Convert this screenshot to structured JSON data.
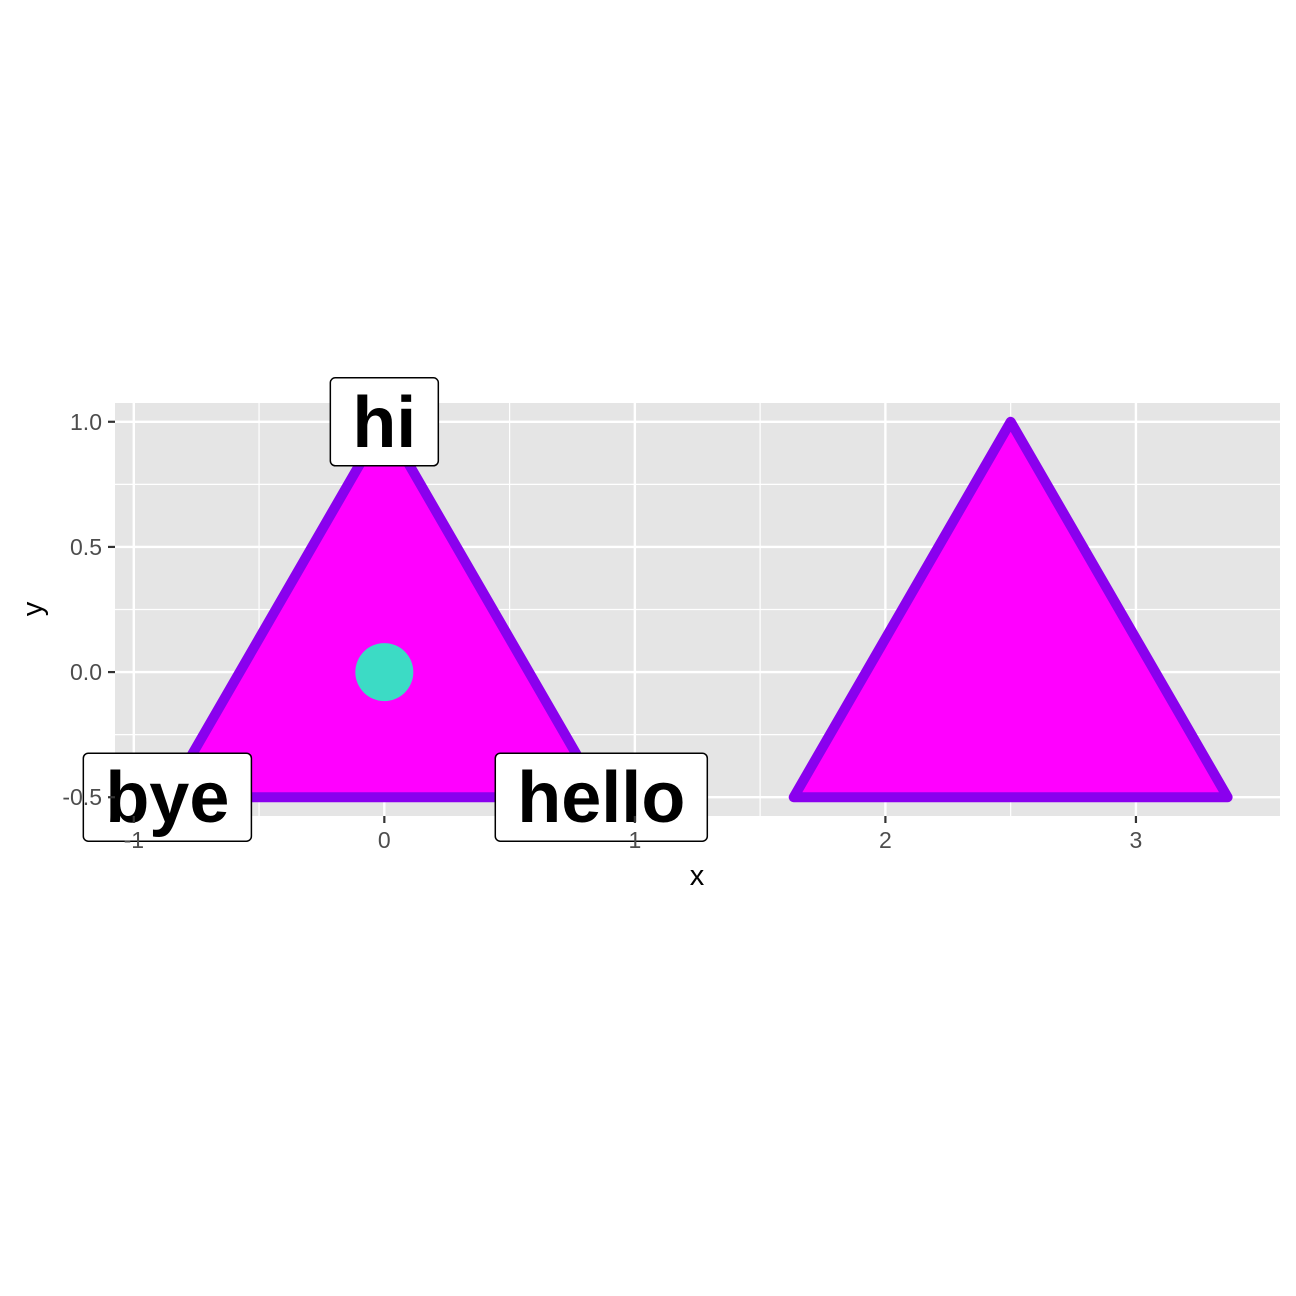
{
  "chart_data": {
    "type": "polygon",
    "title": "",
    "xlabel": "x",
    "ylabel": "y",
    "xlim": [
      -1.075,
      3.575
    ],
    "ylim": [
      -0.575,
      1.075
    ],
    "x_ticks": [
      -1,
      0,
      1,
      2,
      3
    ],
    "x_tick_labels": [
      "-1",
      "0",
      "1",
      "2",
      "3"
    ],
    "y_ticks": [
      -0.5,
      0.0,
      0.5,
      1.0
    ],
    "y_tick_labels": [
      "-0.5",
      "0.0",
      "0.5",
      "1.0"
    ],
    "grid": true,
    "polygons": [
      {
        "points": [
          [
            -0.866,
            -0.5
          ],
          [
            0.866,
            -0.5
          ],
          [
            0.0,
            1.0
          ]
        ]
      },
      {
        "points": [
          [
            1.634,
            -0.5
          ],
          [
            3.366,
            -0.5
          ],
          [
            2.5,
            1.0
          ]
        ]
      }
    ],
    "points": [
      {
        "x": 0.0,
        "y": 0.0
      }
    ],
    "labels": [
      {
        "text": "hi",
        "x": 0.0,
        "y": 1.0
      },
      {
        "text": "bye",
        "x": -0.866,
        "y": -0.5
      },
      {
        "text": "hello",
        "x": 0.866,
        "y": -0.5
      }
    ],
    "colors": {
      "panel_background": "#e5e5e5",
      "grid": "#ffffff",
      "polygon_fill": "#ff00ff",
      "polygon_stroke": "#8a00ee",
      "point": "#3cdbc5",
      "label_background": "#ffffff",
      "label_border": "#000000"
    }
  }
}
